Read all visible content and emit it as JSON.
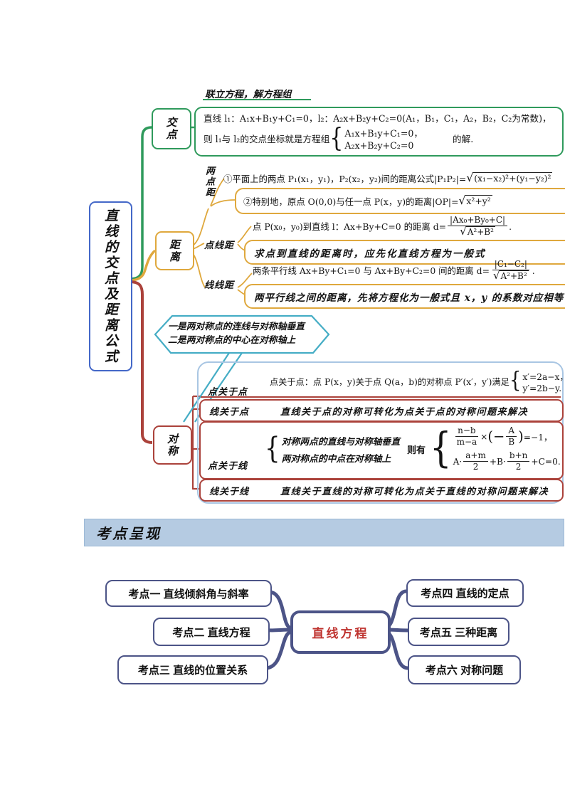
{
  "colors": {
    "root_blue": "#4468c8",
    "branch_green": "#2f9a5c",
    "branch_yellow": "#dfa83d",
    "branch_red": "#ab423b",
    "callout_teal": "#45adc5",
    "panel_border": "#a9c6e3",
    "band_bg": "#b5cbe2",
    "exam_border": "#4c5487",
    "center_red": "#bf3430"
  },
  "root": {
    "label": "直线的交点及距离公式"
  },
  "jiaodian": {
    "node": "交点",
    "heading": "联立方程，解方程组",
    "line1": "直线 l₁：A₁x+B₁y+C₁=0，l₂：A₂x+B₂y+C₂=0(A₁，B₁，C₁，A₂，B₂，C₂为常数)，",
    "line2_prefix": "则 l₁与 l₂的交点坐标就是方程组",
    "sys1": "A₁x+B₁y+C₁=0，",
    "sys2": "A₂x+B₂y+C₂=0",
    "line2_suffix": "的解."
  },
  "juli": {
    "node": "距离",
    "liangdianju": {
      "label": "两点距",
      "l1_pre": "①平面上的两点 P₁(x₁，y₁)，P₂(x₂，y₂)间的距离公式|P₁P₂|=",
      "l1_rad": "(x₁−x₂)²+(y₁−y₂)²",
      "l2_pre": "②特别地，原点 O(0,0)与任一点 P(x，y)的距离|OP|=",
      "l2_rad": "x²+y²"
    },
    "dianxianju": {
      "label": "点线距",
      "l1_pre": "点 P(x₀，y₀)到直线 l：Ax+By+C=0 的距离 d=",
      "num": "|Ax₀+By₀+C|",
      "den_rad": "A²+B²",
      "l1_end": ".",
      "l2": "求点到直线的距离时，应先化直线方程为一般式"
    },
    "xianxianju": {
      "label": "线线距",
      "l1_pre": "两条平行线 Ax+By+C₁=0 与 Ax+By+C₂=0 间的距离 d=",
      "num": "|C₁−C₂|",
      "den_rad": "A²+B²",
      "l1_end": ".",
      "l2": "两平行线之间的距离，先将方程化为一般式且 x，y 的系数对应相等"
    }
  },
  "callout": {
    "line1": "一是两对称点的连线与对称轴垂直",
    "line2": "二是两对称点的中心在对称轴上"
  },
  "duichen": {
    "node": "对称",
    "row1": {
      "label": "点关于点",
      "pre": "点关于点：点 P(x，y)关于点 Q(a，b)的对称点 P′(x′，y′)满足",
      "sys1": "x′=2a−x，",
      "sys2": "y′=2b−y."
    },
    "row2": {
      "label": "线关于点",
      "text": "直线关于点的对称可转化为点关于点的对称问题来解决"
    },
    "row3": {
      "label": "点关于线",
      "cond1": "对称两点的直线与对称轴垂直",
      "cond2": "两对称点的中点在对称轴上",
      "mid": "则有",
      "eq1_f1num": "n−b",
      "eq1_f1den": "m−a",
      "eq1_mul": "×",
      "eq1_lp": "(−",
      "eq1_f2num": "A",
      "eq1_f2den": "B",
      "eq1_rp": ")",
      "eq1_end": "=−1，",
      "eq2_a": "A·",
      "eq2_f1num": "a+m",
      "eq2_f1den": "2",
      "eq2_b": "+B·",
      "eq2_f2num": "b+n",
      "eq2_f2den": "2",
      "eq2_end": "+C=0."
    },
    "row4": {
      "label": "线关于线",
      "text": "直线关于直线的对称可转化为点关于直线的对称问题来解决"
    }
  },
  "band": {
    "title": "考点呈现"
  },
  "bottom_map": {
    "center": "直线方程",
    "left": [
      "考点一 直线倾斜角与斜率",
      "考点二 直线方程",
      "考点三 直线的位置关系"
    ],
    "right": [
      "考点四 直线的定点",
      "考点五 三种距离",
      "考点六 对称问题"
    ]
  }
}
